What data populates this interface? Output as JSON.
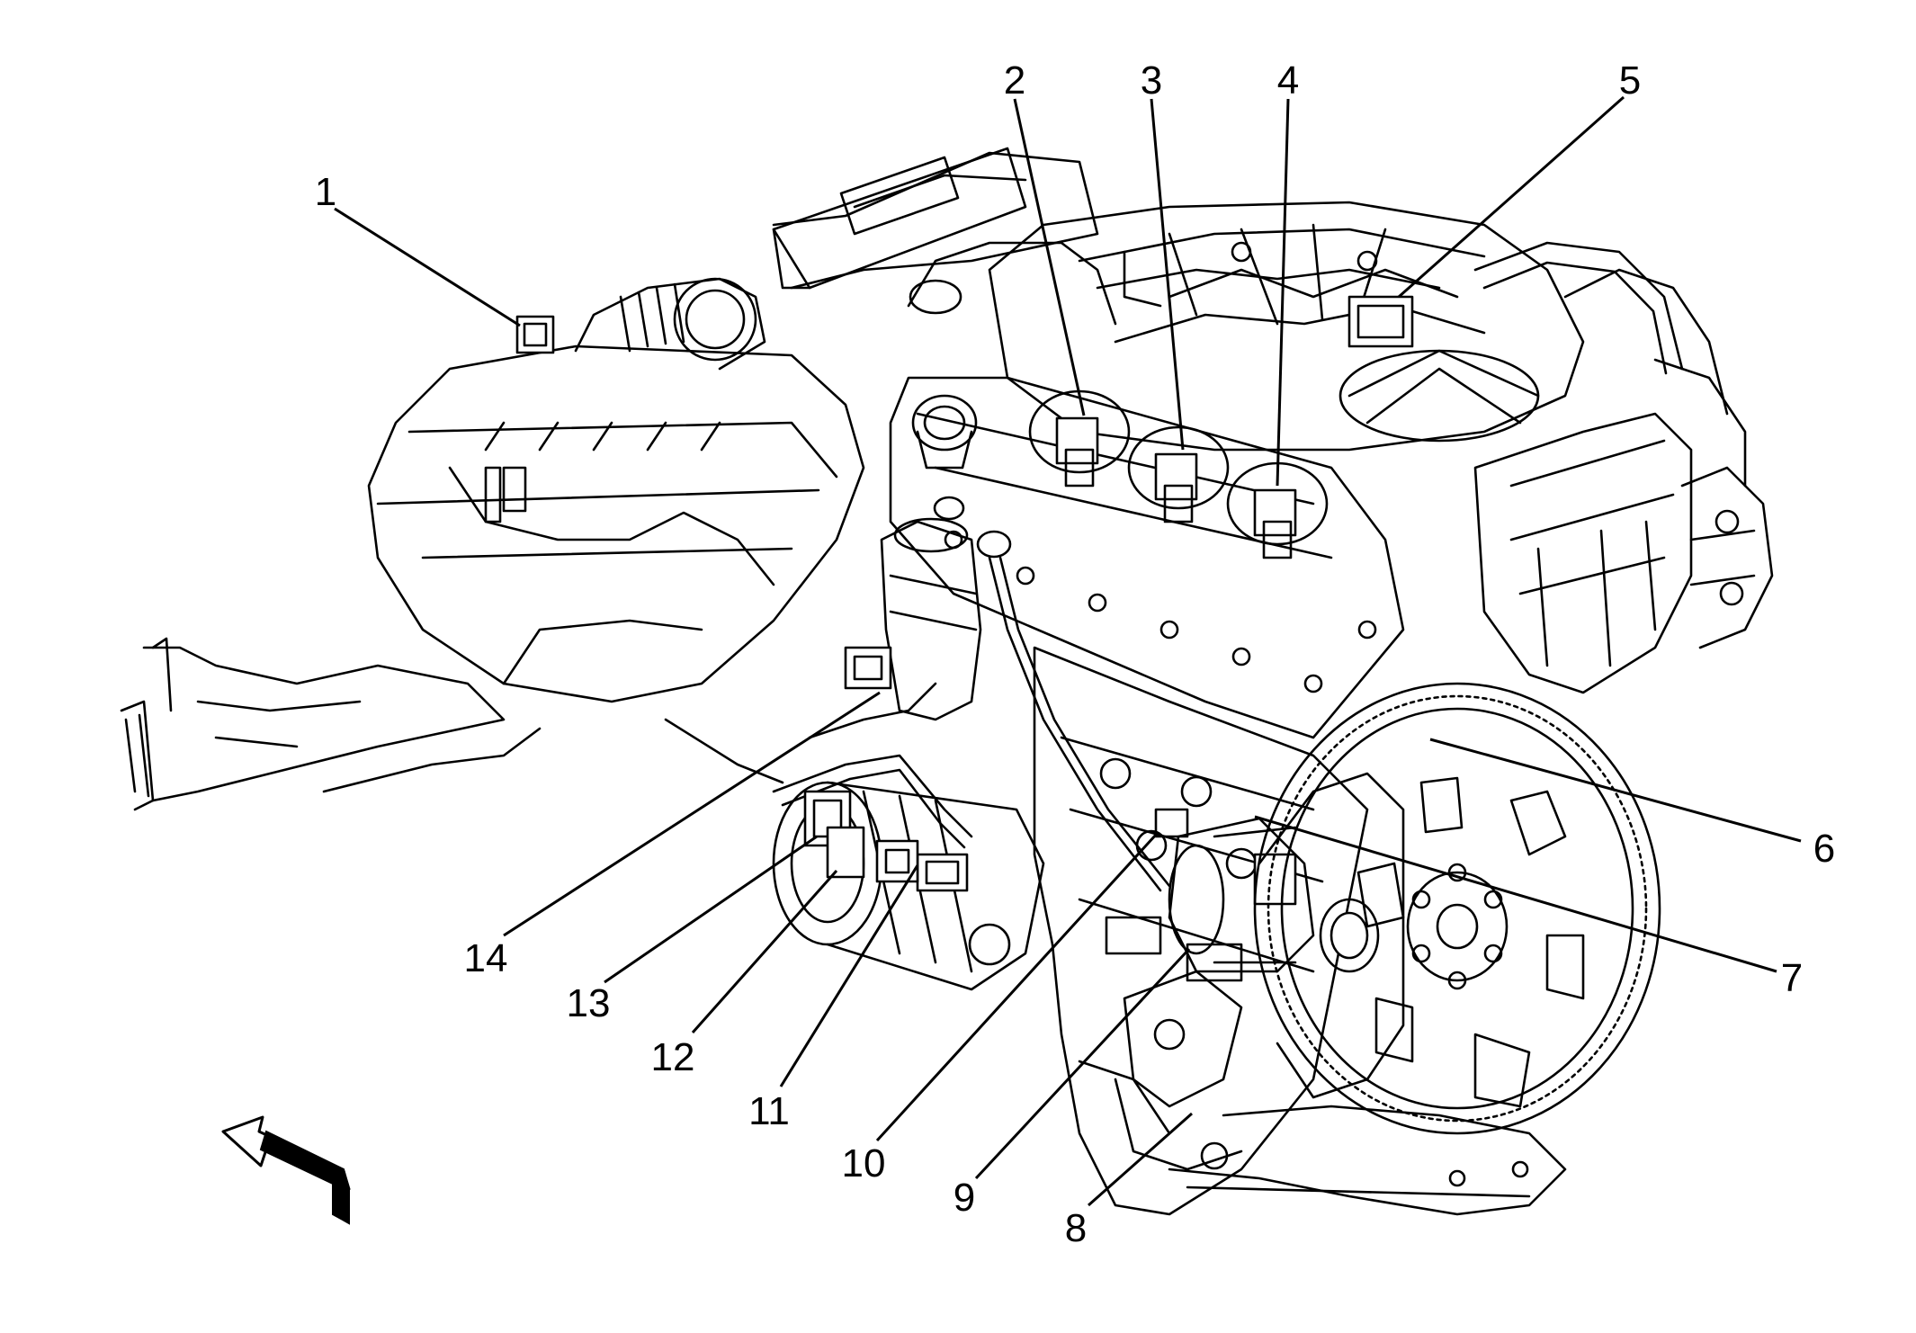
{
  "callouts": [
    {
      "id": 1,
      "label": "1"
    },
    {
      "id": 2,
      "label": "2"
    },
    {
      "id": 3,
      "label": "3"
    },
    {
      "id": 4,
      "label": "4"
    },
    {
      "id": 5,
      "label": "5"
    },
    {
      "id": 6,
      "label": "6"
    },
    {
      "id": 7,
      "label": "7"
    },
    {
      "id": 8,
      "label": "8"
    },
    {
      "id": 9,
      "label": "9"
    },
    {
      "id": 10,
      "label": "10"
    },
    {
      "id": 11,
      "label": "11"
    },
    {
      "id": 12,
      "label": "12"
    },
    {
      "id": 13,
      "label": "13"
    },
    {
      "id": 14,
      "label": "14"
    }
  ],
  "icons": {
    "front_arrow": "view-direction-arrow-icon"
  }
}
